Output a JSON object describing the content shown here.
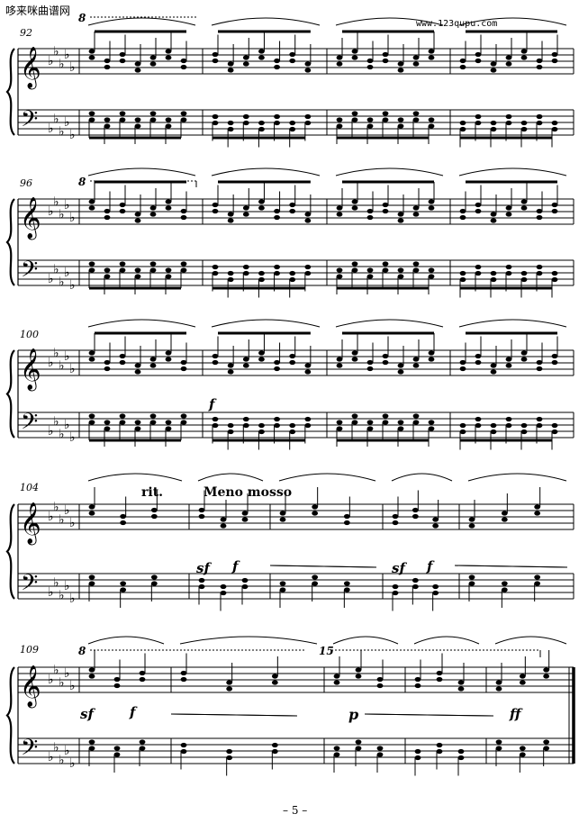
{
  "header": {
    "site_name": "哆来咪曲谱网",
    "site_url": "www.123qupu.com"
  },
  "systems": [
    {
      "measure_number": "92",
      "ottava": "8"
    },
    {
      "measure_number": "96",
      "ottava": "8"
    },
    {
      "measure_number": "100"
    },
    {
      "measure_number": "104",
      "tempo_rit": "rit.",
      "tempo_meno": "Meno mosso",
      "dynamics": [
        "sf",
        "f",
        "sf",
        "f"
      ]
    },
    {
      "measure_number": "109",
      "ottava": "8",
      "ottava15": "15",
      "dynamics": [
        "sf",
        "f",
        "p",
        "ff"
      ]
    }
  ],
  "extra_dynamics": {
    "m101_f": "f"
  },
  "footer": {
    "page_number": "– 5 –"
  }
}
